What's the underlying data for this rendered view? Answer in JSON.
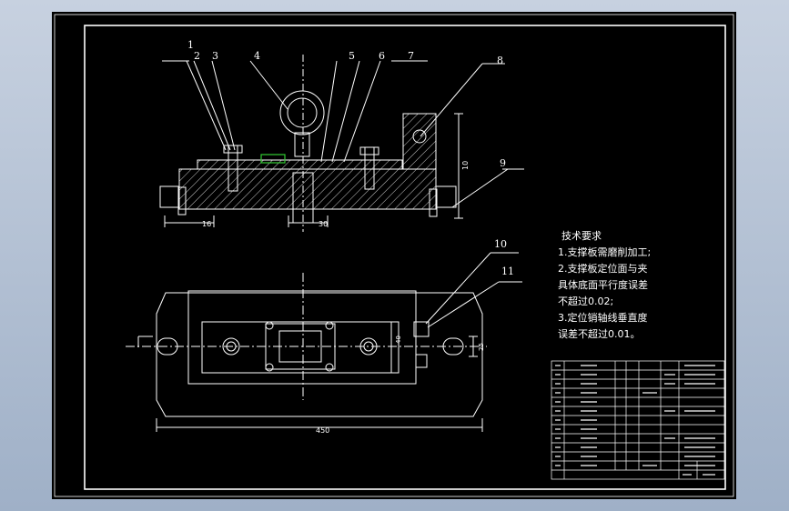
{
  "balloons": [
    "1",
    "2",
    "3",
    "4",
    "5",
    "6",
    "7",
    "8",
    "9",
    "10",
    "11"
  ],
  "dims": {
    "d_left": "16",
    "d_center": "30",
    "d_right": "10",
    "d_overall": "450",
    "d_v1": "40",
    "d_v2": "25"
  },
  "tech_title": "技术要求",
  "tech_lines": [
    "1.支撑板需磨削加工;",
    "2.支撑板定位面与夹",
    "具体底面平行度误差",
    "不超过0.02;",
    "3.定位销轴线垂直度",
    "误差不超过0.01。"
  ],
  "colors": {
    "background": "#000000",
    "lines": "#ffffff",
    "accent": "#33cc33"
  }
}
